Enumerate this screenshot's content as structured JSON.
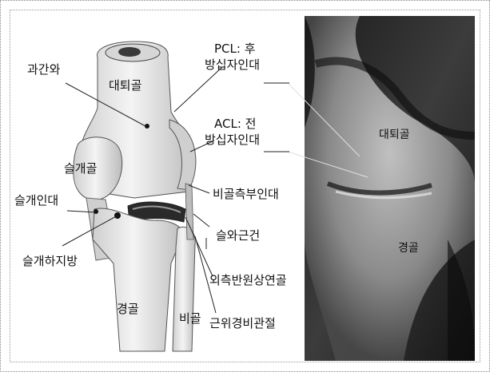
{
  "labels": {
    "condyle_fossa": "과간와",
    "femur_left": "대퇴골",
    "pcl": "PCL: 후",
    "pcl_sub": "방십자인대",
    "acl": "ACL: 전",
    "acl_sub": "방십자인대",
    "patella": "슬개골",
    "patellar_ligament": "슬개인대",
    "fibular_collateral": "비골측부인대",
    "popliteus_tendon": "슬와근건",
    "infrapatellar_fat": "슬개하지방",
    "lateral_meniscus": "외측반원상연골",
    "prox_tibiofibular": "근위경비관절",
    "tibia_left": "경골",
    "fibula": "비골",
    "femur_photo": "대퇴골",
    "tibia_photo": "경골"
  },
  "colors": {
    "bone": "#e9e9e9",
    "shade": "#bdbdbd",
    "dark": "#2a2a2a",
    "photo": "#3a3a3a"
  }
}
